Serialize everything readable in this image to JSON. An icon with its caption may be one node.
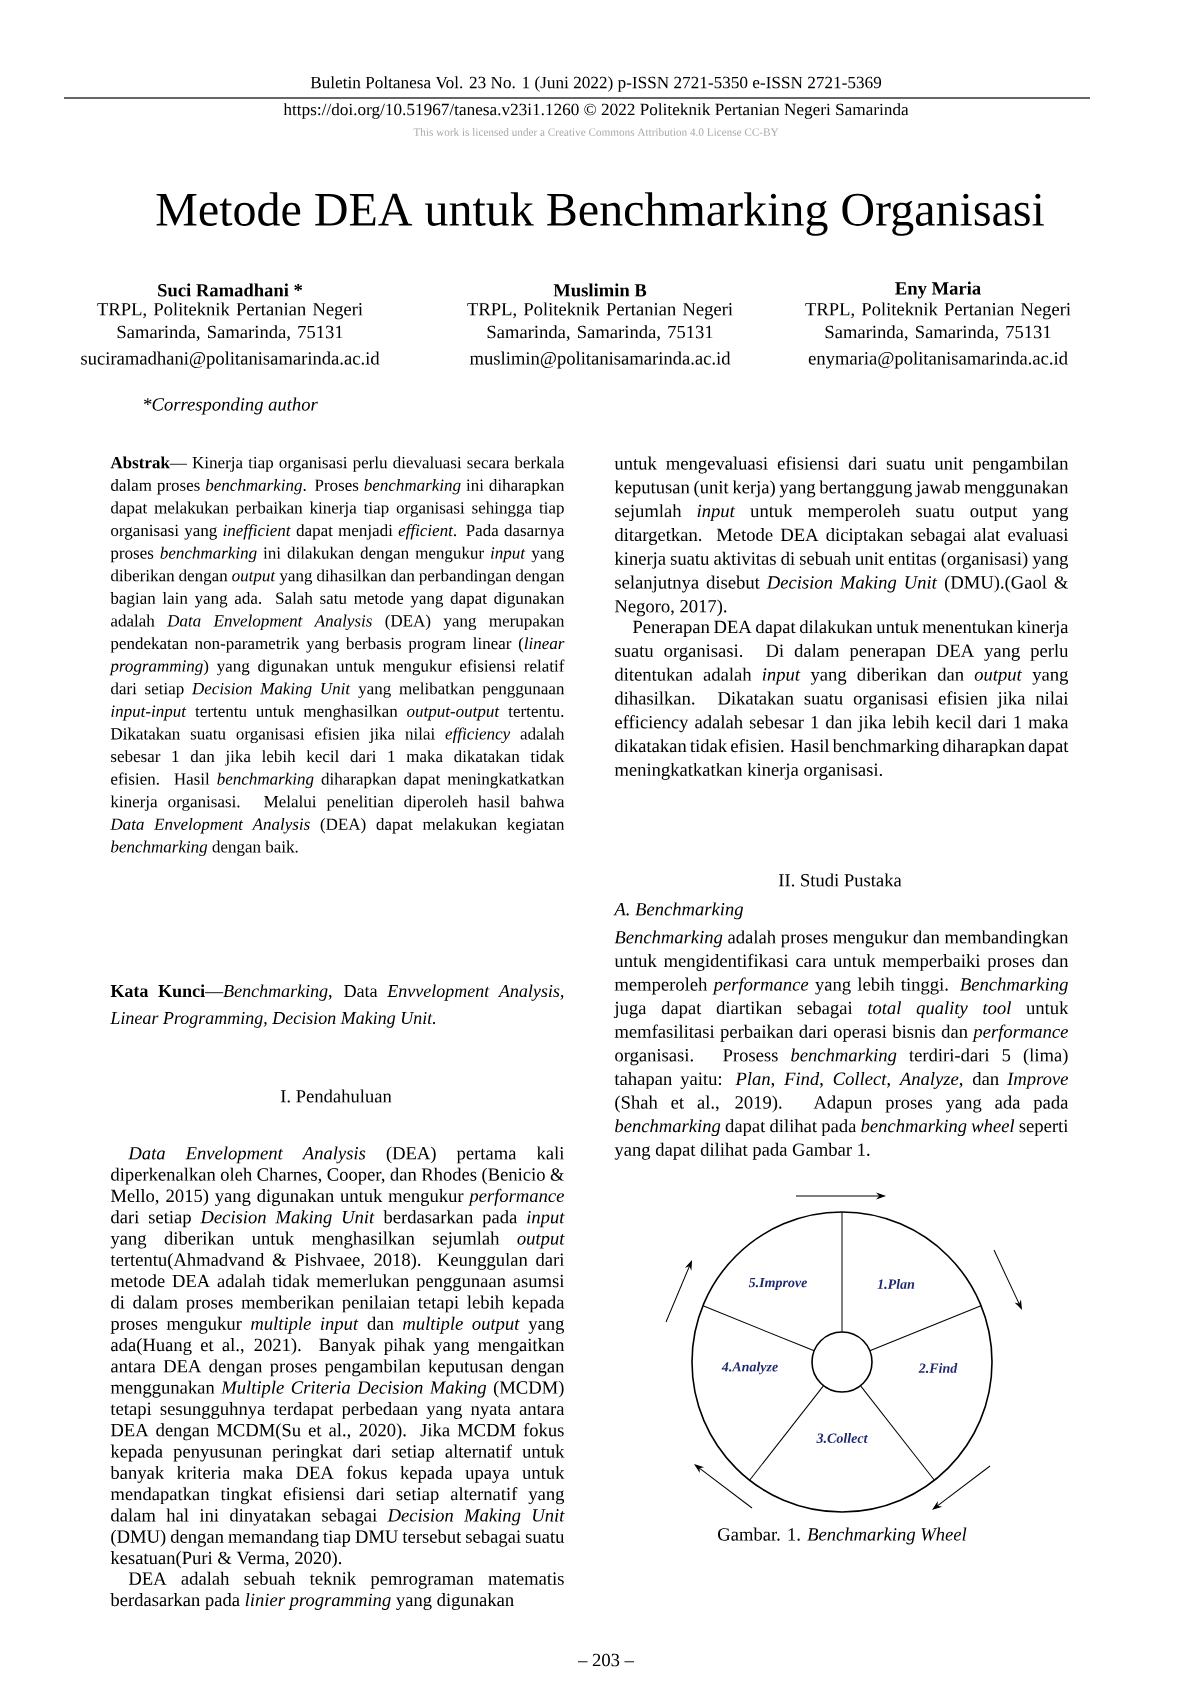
{
  "diagram": {
    "title": "Metode DEA untuk Benchmarking Organisasi",
    "caption": "Gambar. 1. *Benchmarking Wheel*",
    "nodes": [
      {
        "text": [],
        "shape": "circle"
      },
      {
        "text": [
          "5.Improve"
        ],
        "in": 0
      },
      {
        "text": [
          "1.Plan"
        ],
        "in": 0
      },
      {
        "text": [
          "4.Analyze"
        ],
        "in": 0
      },
      {
        "text": [
          "2.Find"
        ],
        "in": 0
      },
      {
        "text": [
          "3.Collect"
        ],
        "in": 0
      },
      {
        "text": [],
        "shape": "circle",
        "in": 0
      }
    ],
    "labels": [
      "Buletin Poltanesa Vol. 23 No. 1 (Juni 2022) p-ISSN 2721-5350 e-ISSN 2721-5369",
      "https://doi.org/10.51967/tanesa.v23i1.1260 © 2022 Politeknik Pertanian Negeri Samarinda",
      "This work is licensed under a Creative Commons Attribution 4.0 License CC-BY",
      "Suci Ramadhani *",
      "TRPL, Politeknik Pertanian Negeri Samarinda, Samarinda, 75131",
      "suciramadhani@politanisamarinda.ac.id",
      "*Corresponding author",
      "Muslimin B",
      "TRPL, Politeknik Pertanian Negeri Samarinda, Samarinda, 75131",
      "muslimin@politanisamarinda.ac.id",
      "Eny Maria",
      "TRPL, Politeknik Pertanian Negeri Samarinda, Samarinda, 75131",
      "enymaria@politanisamarinda.ac.id",
      "**Abstrak**— Kinerja tiap organisasi perlu dievaluasi secara berkala dalam proses *benchmarking*. Proses *benchmarking* ini diharapkan dapat melakukan perbaikan kinerja tiap organisasi sehingga tiap organisasi yang *inefficient* dapat menjadi *efficient*. Pada dasarnya proses *benchmarking* ini dilakukan dengan mengukur *input* yang diberikan dengan *output* yang dihasilkan dan perbandingan dengan bagian lain yang ada. Salah satu metode yang dapat digunakan adalah *Data Envelopment Analysis* (DEA) yang merupakan pendekatan non-parametrik yang berbasis program linear (*linear programming*) yang digunakan untuk mengukur efisiensi relatif dari setiap *Decision Making Unit* yang melibatkan penggunaan *input-input* tertentu untuk menghasilkan *output-output* tertentu. Dikatakan suatu organisasi efisien jika nilai *efficiency* adalah sebesar 1 dan jika lebih kecil dari 1 maka dikatakan tidak efisien. Hasil *benchmarking* diharapkan dapat meningkatkatkan kinerja organisasi. Melalui penelitian diperoleh hasil bahwa *Data Envelopment Analysis* (DEA) dapat melakukan kegiatan *benchmarking* dengan baik.",
      "**Kata Kunci**—*Benchmarking*, Data *Envvelopment Analysis, Linear Programming, Decision Making Unit.*",
      "I. Pendahuluan",
      "*Data Envelopment Analysis* (DEA) pertama kali diperkenalkan oleh Charnes, Cooper, dan Rhodes (Benicio & Mello, 2015) yang digunakan untuk mengukur *performance* dari setiap *Decision Making Unit* berdasarkan pada *input* yang diberikan untuk menghasilkan sejumlah *output* tertentu(Ahmadvand & Pishvaee, 2018). Keunggulan dari metode DEA adalah tidak memerlukan penggunaan asumsi di dalam proses memberikan penilaian tetapi lebih kepada proses mengukur *multiple input* dan *multiple output* yang ada(Huang et al., 2021). Banyak pihak yang mengaitkan antara DEA dengan proses pengambilan keputusan dengan menggunakan *Multiple Criteria Decision Making* (MCDM) tetapi sesungguhnya terdapat perbedaan yang nyata antara DEA dengan MCDM(Su et al., 2020). Jika MCDM fokus kepada penyusunan peringkat dari setiap alternatif untuk banyak kriteria maka DEA fokus kepada upaya untuk mendapatkan tingkat efisiensi dari setiap alternatif yang dalam hal ini dinyatakan sebagai *Decision Making Unit* (DMU) dengan memandang tiap DMU tersebut sebagai suatu kesatuan(Puri & Verma, 2020).",
      "DEA adalah sebuah teknik pemrograman matematis berdasarkan pada *linier programming* yang digunakan",
      "untuk mengevaluasi efisiensi dari suatu unit pengambilan keputusan (unit kerja) yang bertanggung jawab menggunakan sejumlah *input* untuk memperoleh suatu output yang ditargetkan. Metode DEA diciptakan sebagai alat evaluasi kinerja suatu aktivitas di sebuah unit entitas (organisasi) yang selanjutnya disebut *Decision Making Unit* (DMU).(Gaol & Negoro, 2017).",
      "Penerapan DEA dapat dilakukan untuk menentukan kinerja suatu organisasi. Di dalam penerapan DEA yang perlu ditentukan adalah *input* yang diberikan dan *output* yang dihasilkan. Dikatakan suatu organisasi efisien jika nilai efficiency adalah sebesar 1 dan jika lebih kecil dari 1 maka dikatakan tidak efisien. Hasil benchmarking diharapkan dapat meningkatkatkan kinerja organisasi.",
      "II. Studi Pustaka",
      "A. Benchmarking",
      "*Benchmarking* adalah proses mengukur dan membandingkan untuk mengidentifikasi cara untuk memperbaiki proses dan memperoleh *performance* yang lebih tinggi. *Benchmarking* juga dapat diartikan sebagai *total quality tool* untuk memfasilitasi perbaikan dari operasi bisnis dan *performance* organisasi. Prosess *benchmarking* terdiri-dari 5 (lima) tahapan yaitu: *Plan*, *Find*, *Collect*, *Analyze*, dan *Improve* (Shah et al., 2019). Adapun proses yang ada pada *benchmarking* dapat dilihat pada *benchmarking wheel* seperti yang dapat dilihat pada Gambar 1.",
      "– 203 –"
    ]
  }
}
